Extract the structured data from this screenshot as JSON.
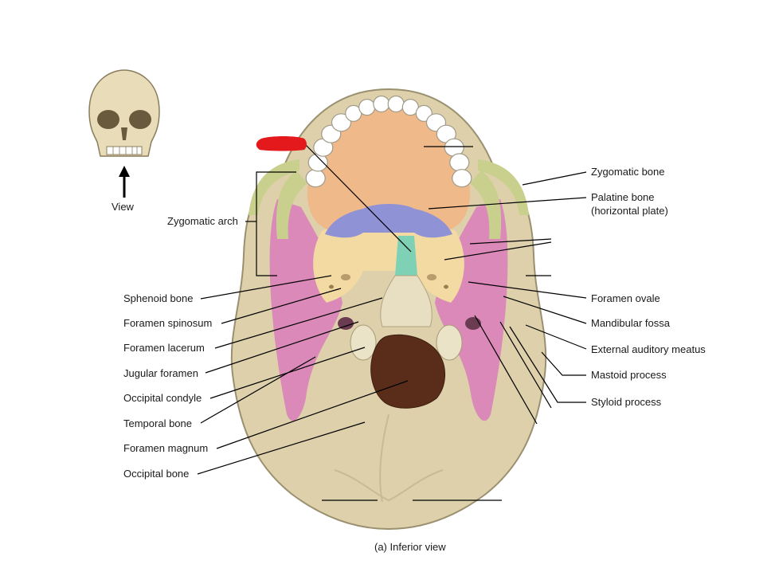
{
  "view_label": "View",
  "caption": "(a) Inferior view",
  "answer_marker_color": "#e3191c",
  "colors": {
    "skull_base": "#ddd0ab",
    "maxilla": "#f0b98a",
    "zygomatic": "#c9d08e",
    "palatine": "#8f93d6",
    "vomer": "#7fd1b6",
    "sphenoid": "#f3d9a2",
    "temporal": "#d985b8",
    "foramen_magnum": "#5a2d1a",
    "teeth": "#ffffff"
  },
  "left_labels": [
    "Zygomatic arch",
    "Sphenoid bone",
    "Foramen spinosum",
    "Foramen lacerum",
    "Jugular foramen",
    "Occipital condyle",
    "Temporal bone",
    "Foramen magnum",
    "Occipital bone"
  ],
  "right_labels": [
    "Zygomatic bone",
    "Palatine bone",
    "(horizontal plate)",
    "Foramen ovale",
    "Mandibular fossa",
    "External auditory meatus",
    "Mastoid process",
    "Styloid process"
  ]
}
